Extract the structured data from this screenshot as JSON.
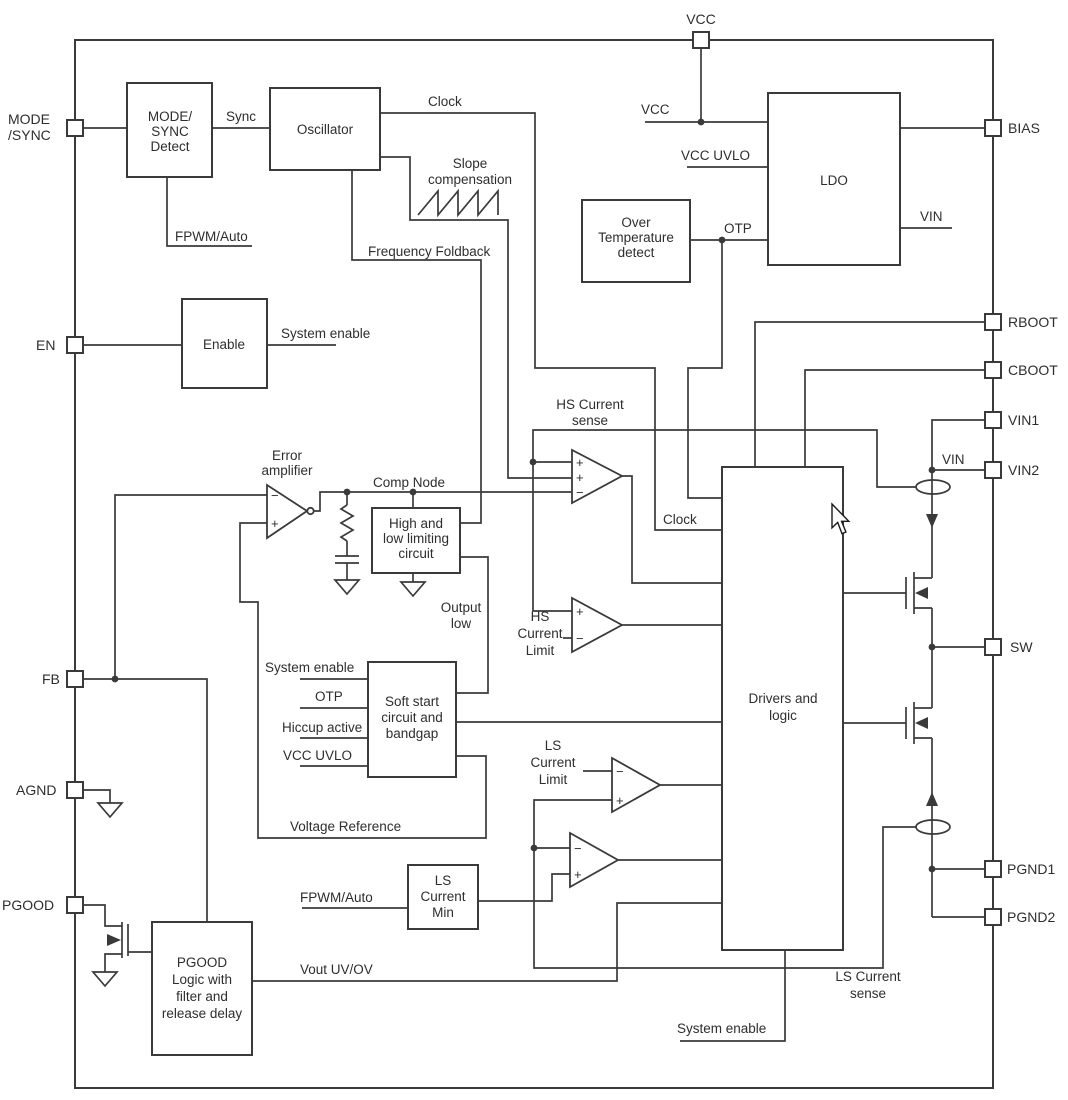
{
  "pins": {
    "vcc": "VCC",
    "mode_line1": "MODE",
    "mode_line2": "/SYNC",
    "en": "EN",
    "fb": "FB",
    "agnd": "AGND",
    "pgood": "PGOOD",
    "bias": "BIAS",
    "rboot": "RBOOT",
    "cboot": "CBOOT",
    "vin1": "VIN1",
    "vin2": "VIN2",
    "sw": "SW",
    "pgnd1": "PGND1",
    "pgnd2": "PGND2"
  },
  "blocks": {
    "mode_sync_detect": [
      "MODE/",
      "SYNC",
      "Detect"
    ],
    "oscillator": "Oscillator",
    "over_temp": [
      "Over",
      "Temperature",
      "detect"
    ],
    "ldo": "LDO",
    "enable": "Enable",
    "limiting": [
      "High and",
      "low limiting",
      "circuit"
    ],
    "soft_start": [
      "Soft start",
      "circuit and",
      "bandgap"
    ],
    "ls_current_min": [
      "LS",
      "Current",
      "Min"
    ],
    "pgood_logic": [
      "PGOOD",
      "Logic with",
      "filter and",
      "release delay"
    ],
    "drivers": [
      "Drivers and",
      "logic"
    ]
  },
  "signals": {
    "sync": "Sync",
    "clock": "Clock",
    "slope": [
      "Slope",
      "compensation"
    ],
    "fpwm_auto": "FPWM/Auto",
    "frequency_foldback": "Frequency Foldback",
    "vcc": "VCC",
    "vcc_uvlo": "VCC UVLO",
    "otp": "OTP",
    "vin": "VIN",
    "system_enable": "System enable",
    "hs_current_sense": [
      "HS Current",
      "sense"
    ],
    "error_amplifier": [
      "Error",
      "amplifier"
    ],
    "comp_node": "Comp Node",
    "output_low": [
      "Output",
      "low"
    ],
    "hiccup_active": "Hiccup active",
    "voltage_reference": "Voltage Reference",
    "hs_current_limit": [
      "HS",
      "Current",
      "Limit"
    ],
    "ls_current_limit": [
      "LS",
      "Current",
      "Limit"
    ],
    "vout_uv_ov": "Vout UV/OV",
    "ls_current_sense": [
      "LS Current",
      "sense"
    ]
  },
  "signs": {
    "plus": "+",
    "minus": "−"
  },
  "colors": {
    "line": "#3a3a3a",
    "text": "#2e2e2e",
    "background": "#ffffff"
  }
}
